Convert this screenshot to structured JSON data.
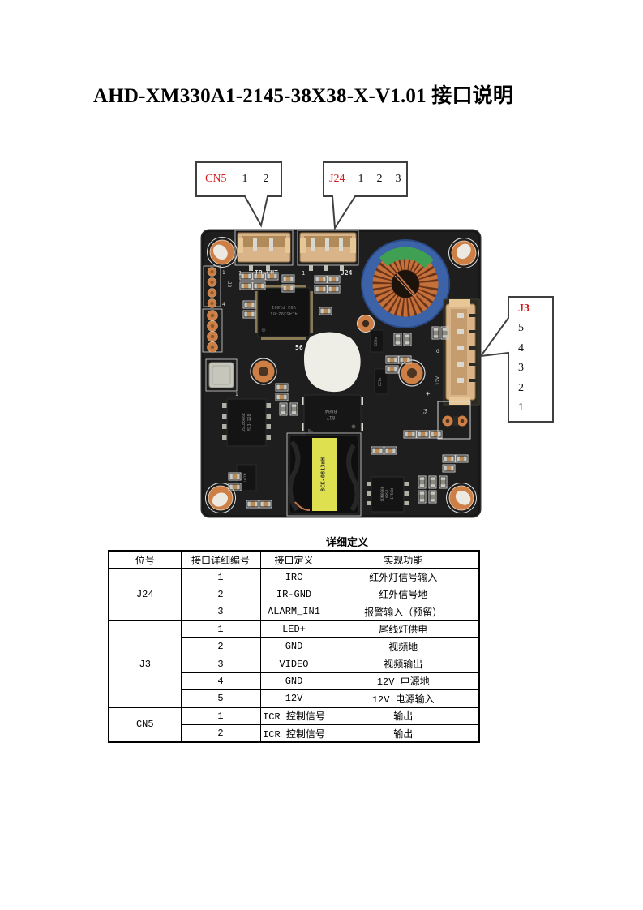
{
  "page": {
    "title": "AHD-XM330A1-2145-38X38-X-V1.01 接口说明"
  },
  "colors": {
    "label_red": "#d51c1c",
    "pcb_black": "#1e1e1e",
    "pad_orange": "#cd7f45",
    "connector_beige": "#d8b488",
    "toroid_blue": "#3c63a8",
    "toroid_copper": "#c4703a",
    "toroid_green": "#3f9f53",
    "transformer_yellow": "#dfe04f"
  },
  "callouts": {
    "cn5": {
      "label": "CN5",
      "pins": [
        "1",
        "2"
      ]
    },
    "j24": {
      "label": "J24",
      "pins": [
        "1",
        "2",
        "3"
      ]
    },
    "j3": {
      "label": "J3",
      "pins": [
        "5",
        "4",
        "3",
        "2",
        "1"
      ]
    }
  },
  "board": {
    "silkscreen": {
      "pin1_left": "1",
      "ircut": "IR-CUT",
      "pin1_right": "1",
      "j24": "J24",
      "j2": "J2",
      "j2_pin1": "1",
      "j2_pin4": "4",
      "num56": "56",
      "s4": "S4",
      "g": "G",
      "v12": "12V",
      "plus": "+",
      "crystal_pin1": "1"
    },
    "chips": {
      "main_ic_line1": "4C45392-01",
      "main_ic_line2": "V03 P1801",
      "soic_line1": "35L8666E",
      "soic_line2": "M13-128",
      "opto_line1": "817",
      "opto_line2": "B804",
      "opto_brand": "EL",
      "transformer": "BCK-0813mH",
      "smps_line1": "SDM6000",
      "smps_line2": "XPS0",
      "smps_line3": "1750W",
      "sot_cd": "CD3x",
      "sot_cc": "CC7x",
      "sot_l": "L07N"
    }
  },
  "table": {
    "title": "详细定义",
    "headers": [
      "位号",
      "接口详细编号",
      "接口定义",
      "实现功能"
    ],
    "groups": [
      {
        "name": "J24",
        "rows": [
          [
            "1",
            "IRC",
            "红外灯信号输入"
          ],
          [
            "2",
            "IR-GND",
            "红外信号地"
          ],
          [
            "3",
            "ALARM_IN1",
            "报警输入（预留）"
          ]
        ]
      },
      {
        "name": "J3",
        "rows": [
          [
            "1",
            "LED+",
            "尾线灯供电"
          ],
          [
            "2",
            "GND",
            "视频地"
          ],
          [
            "3",
            "VIDEO",
            "视频输出"
          ],
          [
            "4",
            "GND",
            "12V 电源地"
          ],
          [
            "5",
            "12V",
            "12V 电源输入"
          ]
        ]
      },
      {
        "name": "CN5",
        "rows": [
          [
            "1",
            "ICR 控制信号",
            "输出"
          ],
          [
            "2",
            "ICR 控制信号",
            "输出"
          ]
        ]
      }
    ]
  }
}
